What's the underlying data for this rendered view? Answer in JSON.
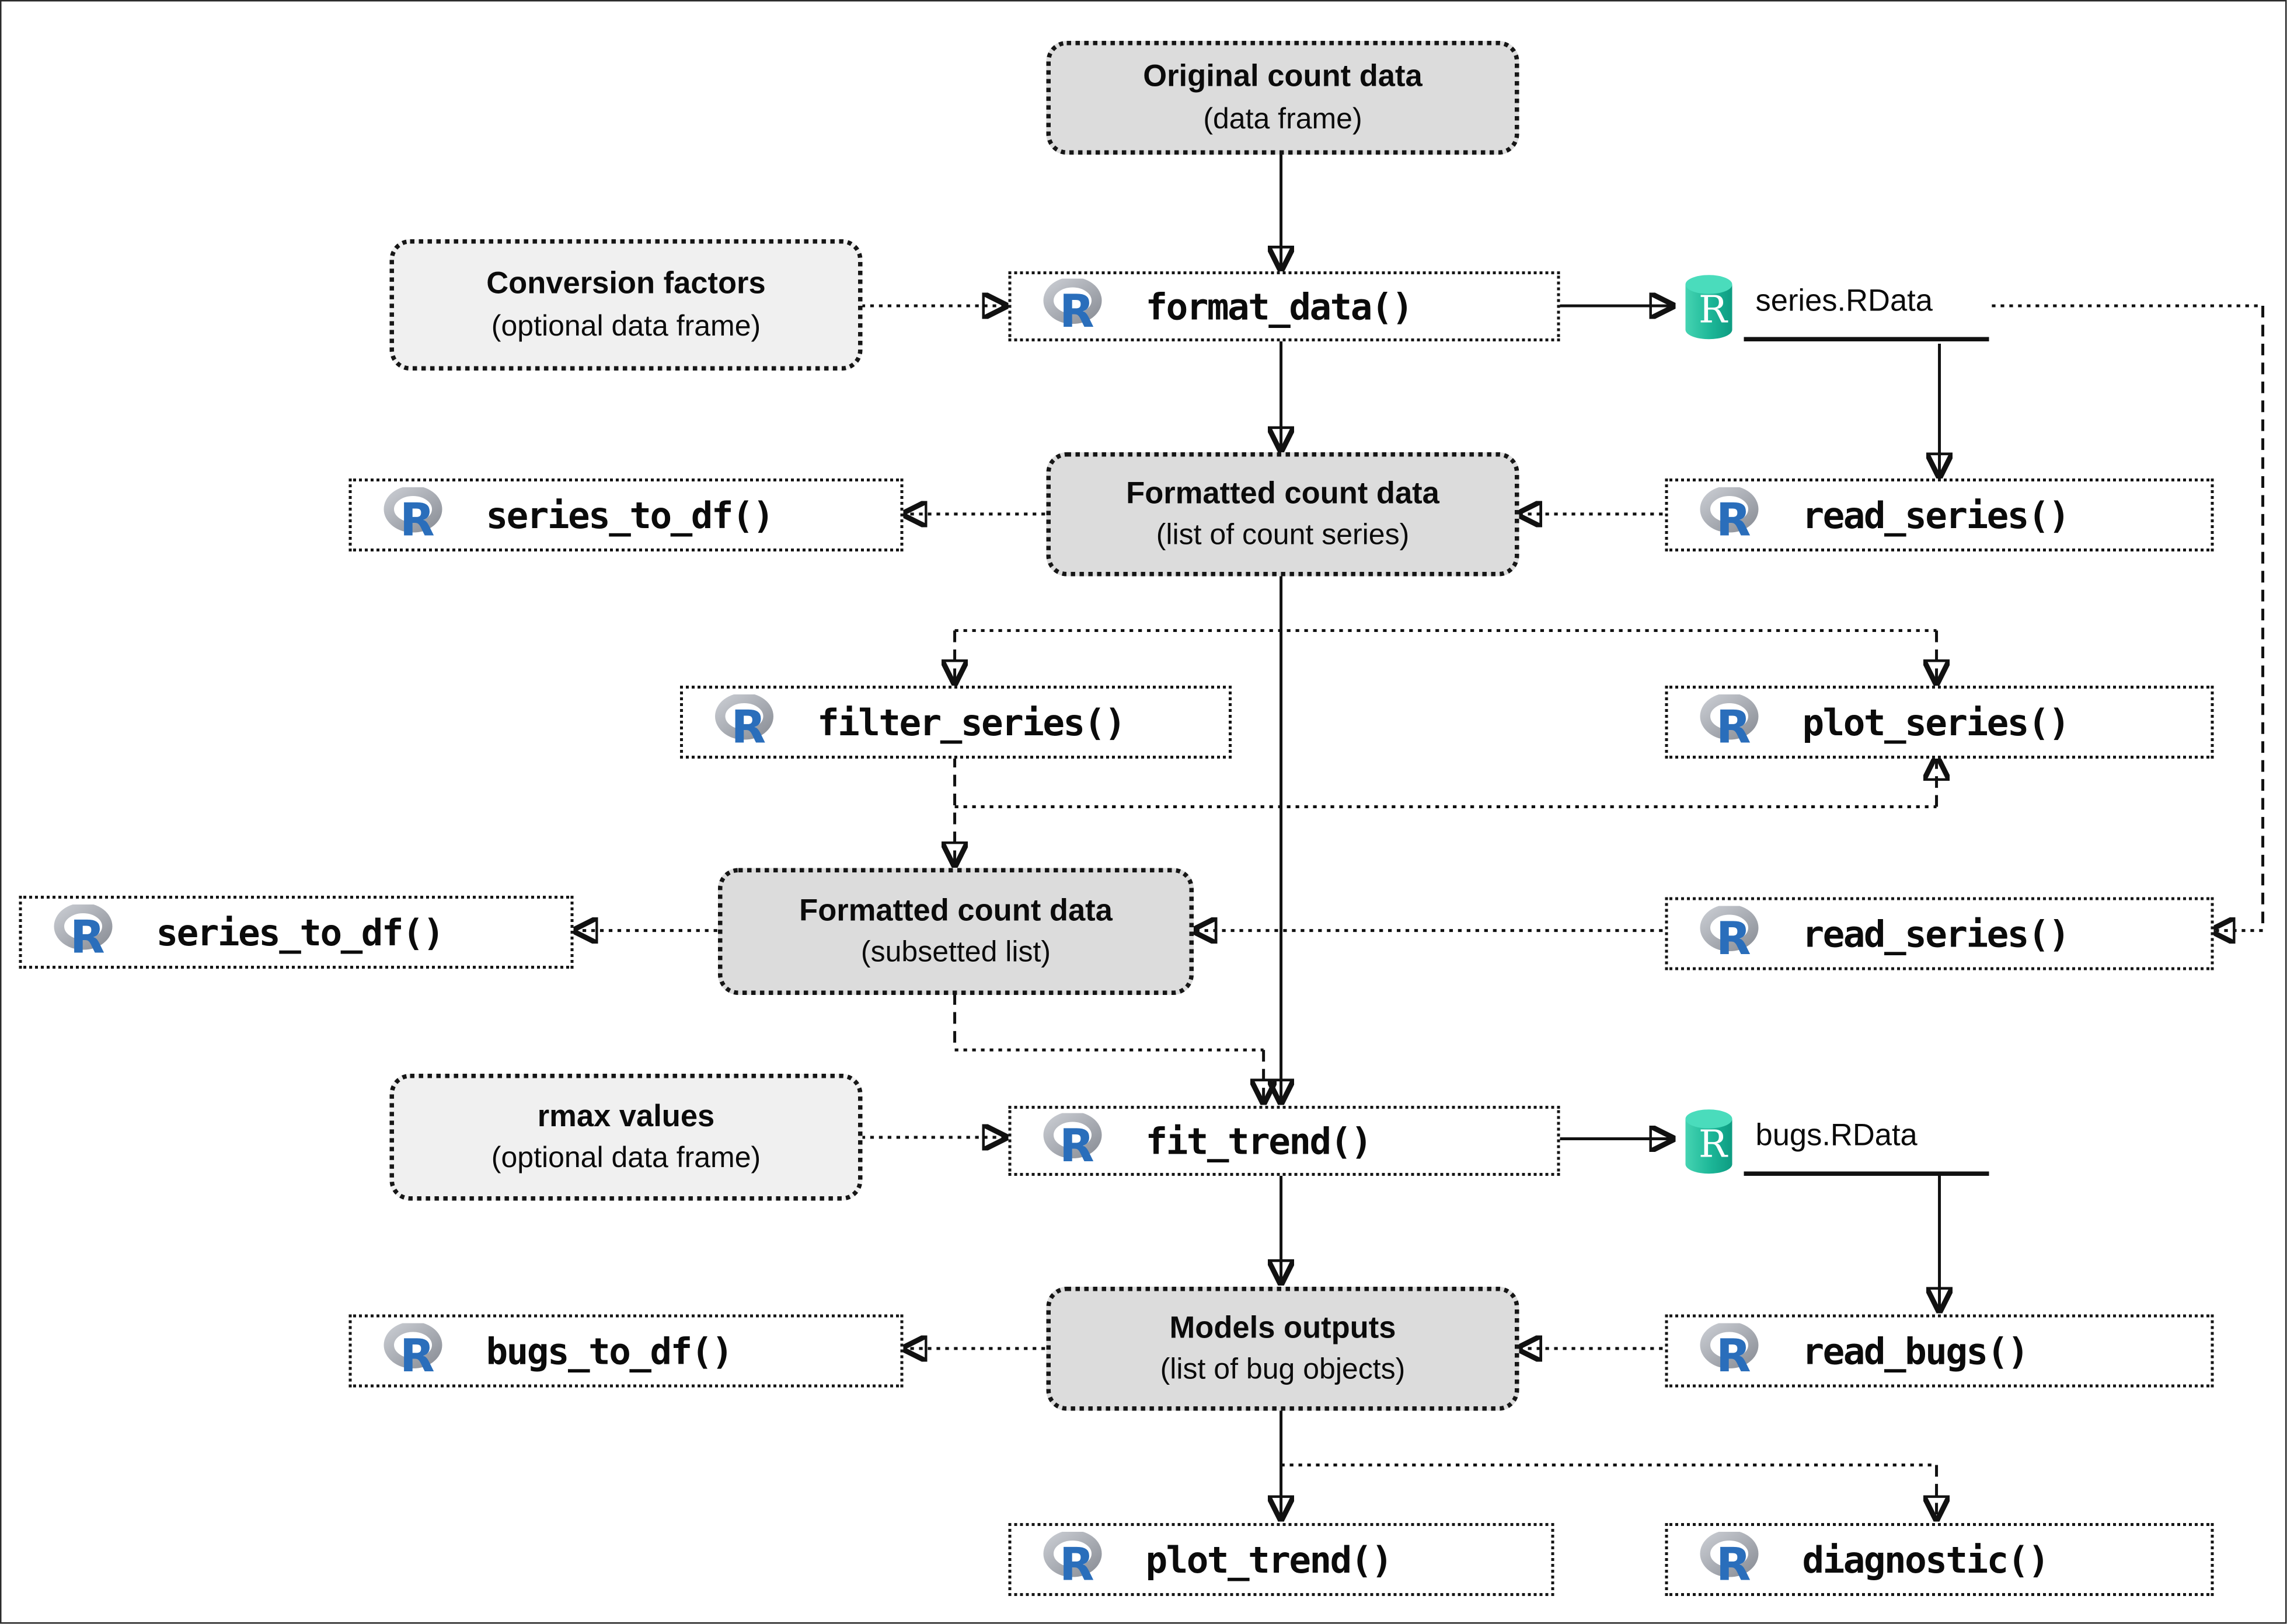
{
  "diagram": {
    "title": "R package workflow diagram",
    "colors": {
      "data_box_fill": "#dcdcdc",
      "optional_box_fill": "#f0f0f0",
      "function_box_fill": "#ffffff",
      "line_color": "#111111",
      "r_logo_blue": "#2a6ebb",
      "r_logo_gray": "#a9adb4",
      "rdata_teal": "#13a98c",
      "rdata_teal_light": "#45d4b2"
    },
    "icons": {
      "r_logo": "R-language-logo",
      "rdata_file": "rdata-cylinder-database"
    }
  },
  "nodes": {
    "original_count_data": {
      "line1": "Original count data",
      "line2": "(data frame)"
    },
    "conversion_factors": {
      "line1": "Conversion factors",
      "line2": "(optional data frame)"
    },
    "format_data": {
      "label": "format_data()"
    },
    "series_rdata": {
      "label": "series.RData"
    },
    "series_to_df_1": {
      "label": "series_to_df()"
    },
    "formatted_list": {
      "line1": "Formatted count data",
      "line2": "(list of count series)"
    },
    "read_series_1": {
      "label": "read_series()"
    },
    "filter_series": {
      "label": "filter_series()"
    },
    "plot_series": {
      "label": "plot_series()"
    },
    "series_to_df_2": {
      "label": "series_to_df()"
    },
    "formatted_subset": {
      "line1": "Formatted count data",
      "line2": "(subsetted list)"
    },
    "read_series_2": {
      "label": "read_series()"
    },
    "rmax_values": {
      "line1": "rmax values",
      "line2": "(optional data frame)"
    },
    "fit_trend": {
      "label": "fit_trend()"
    },
    "bugs_rdata": {
      "label": "bugs.RData"
    },
    "bugs_to_df": {
      "label": "bugs_to_df()"
    },
    "models_outputs": {
      "line1": "Models outputs",
      "line2": "(list of bug objects)"
    },
    "read_bugs": {
      "label": "read_bugs()"
    },
    "plot_trend": {
      "label": "plot_trend()"
    },
    "diagnostic": {
      "label": "diagnostic()"
    }
  }
}
